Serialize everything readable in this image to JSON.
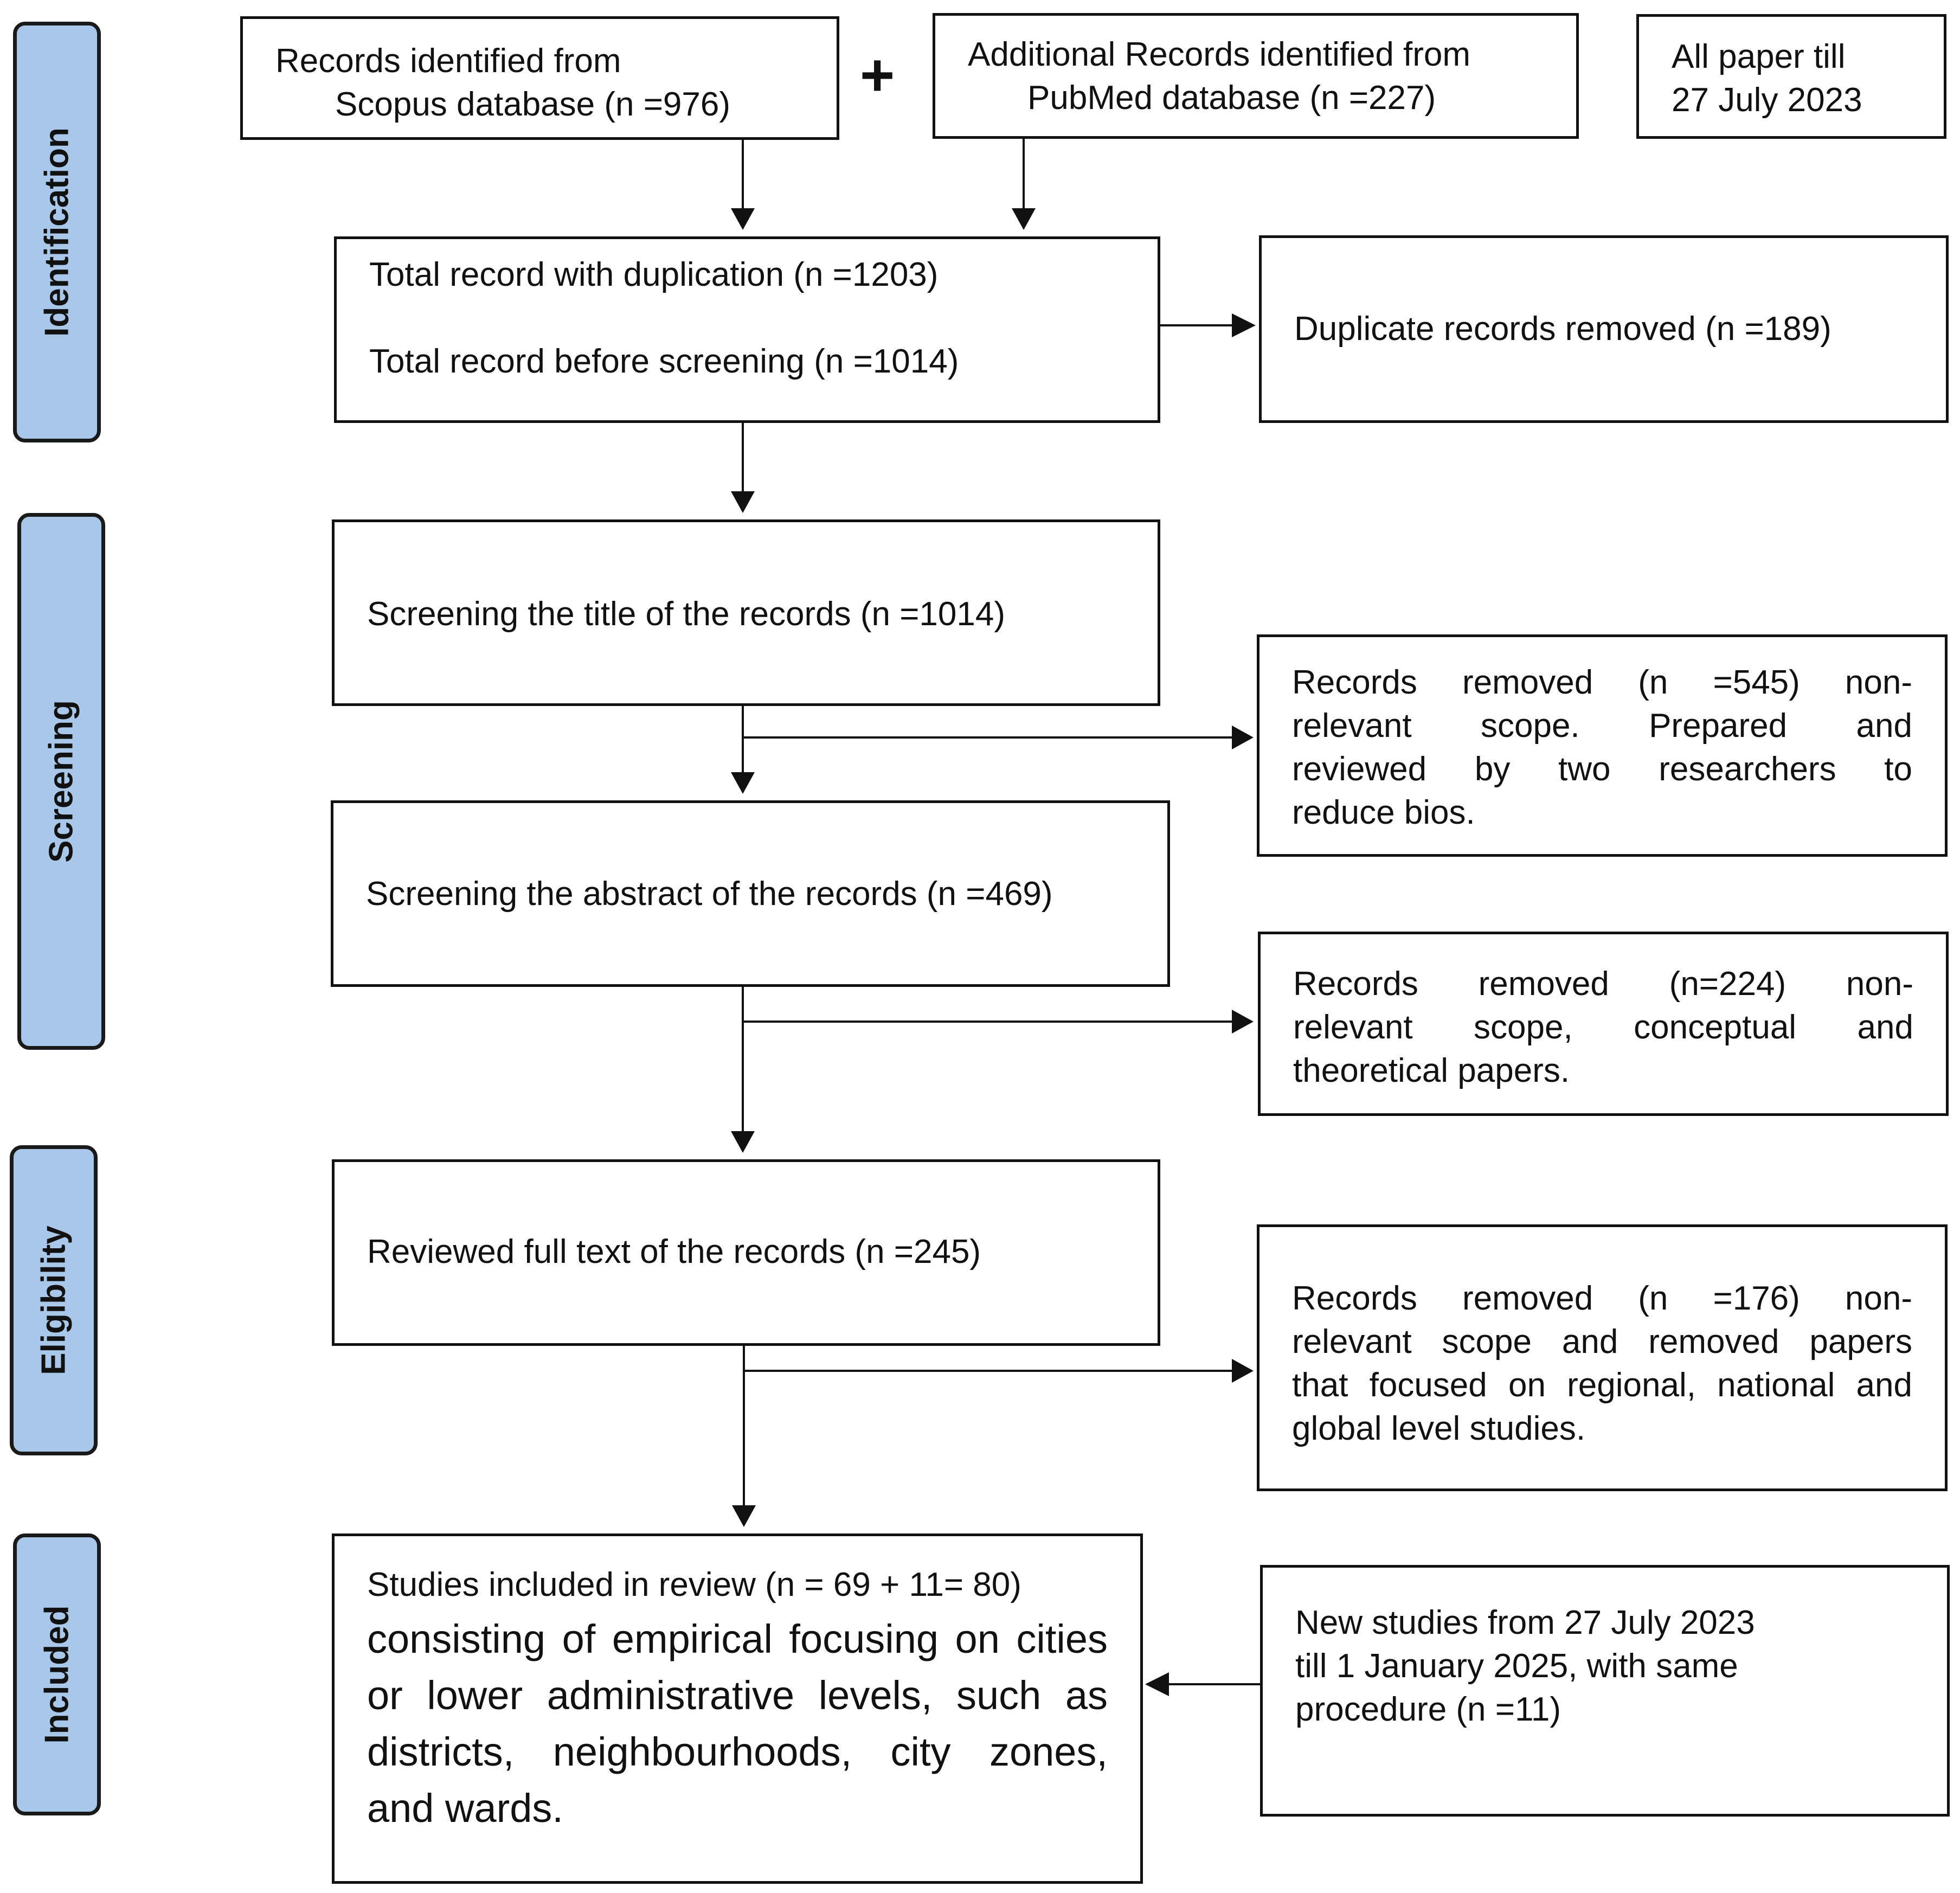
{
  "stages": {
    "identification": "Identification",
    "screening": "Screening",
    "eligibility": "Eligibility",
    "included": "Included"
  },
  "plus_sign": "+",
  "scopus": {
    "line1": "Records identified from",
    "line2": "Scopus database (n =976)"
  },
  "pubmed": {
    "line1": "Additional Records identified from",
    "line2": "PubMed database (n =227)"
  },
  "date_note": {
    "line1": "All paper till",
    "line2": "27 July 2023"
  },
  "total": {
    "line1": "Total record with duplication (n =1203)",
    "line2": "Total record before screening (n =1014)"
  },
  "duplicates": {
    "text": "Duplicate records removed (n =189)"
  },
  "title_screen": {
    "text": "Screening the title of the records (n =1014)"
  },
  "removed_545": {
    "line1": "Records removed (n =545) non-",
    "line2": "relevant scope. Prepared and",
    "line3": "reviewed by two researchers to",
    "line4": "reduce bios."
  },
  "abstract_screen": {
    "text": "Screening the abstract of the records (n =469)"
  },
  "removed_224": {
    "line1": "Records removed (n=224) non-",
    "line2": "relevant scope, conceptual and",
    "line3": "theoretical papers."
  },
  "fulltext": {
    "text": "Reviewed full text of the records (n =245)"
  },
  "removed_176": {
    "line1": "Records removed (n =176) non-",
    "line2": "relevant scope and removed papers",
    "line3": "that focused on regional, national and",
    "line4": "global level studies."
  },
  "included_box": {
    "line1": "Studies included in review (n = 69 + 11= 80)",
    "line2": "consisting of empirical focusing on cities",
    "line3": "or lower administrative levels, such as",
    "line4": "districts, neighbourhoods, city zones,",
    "line5": "and wards."
  },
  "new_studies": {
    "line1": "New studies from 27 July 2023",
    "line2": "till 1 January 2025, with same",
    "line3": "procedure (n =11)"
  },
  "colors": {
    "stage_fill": "#a9c7e8",
    "stroke": "#111111"
  }
}
